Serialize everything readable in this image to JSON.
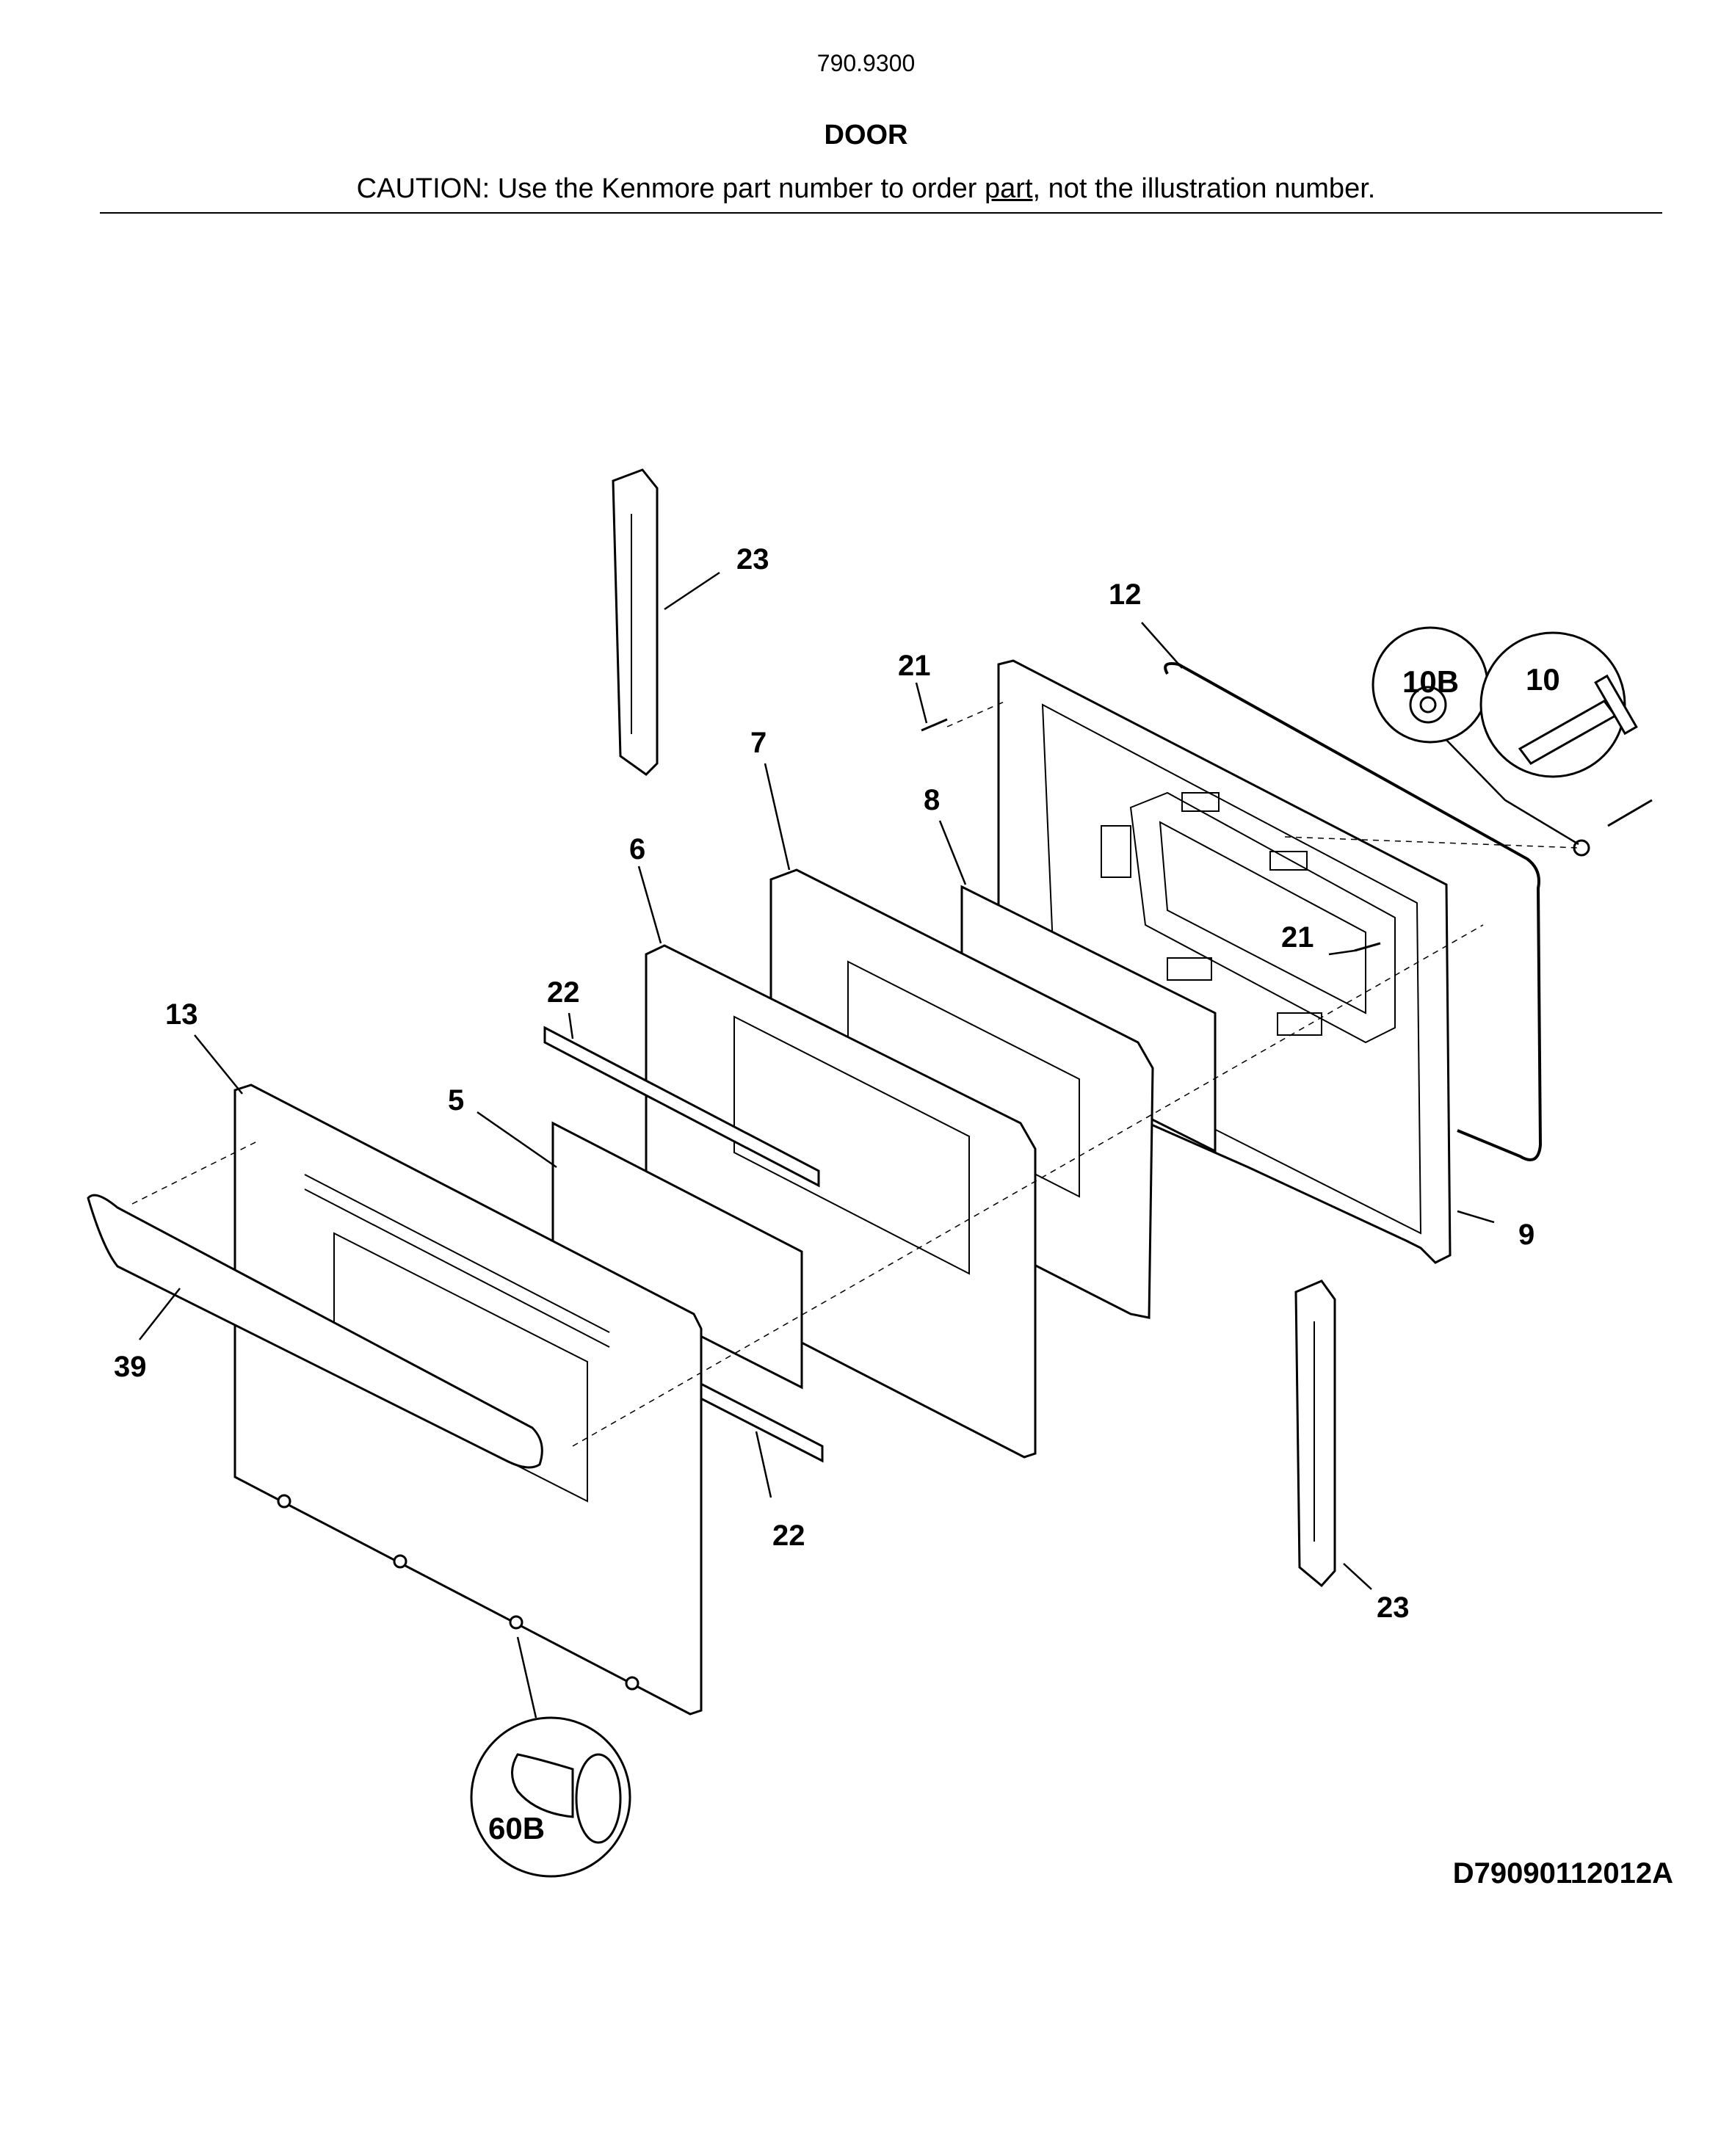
{
  "header": {
    "model_number": "790.9300",
    "section_title": "DOOR",
    "caution_prefix": "CAUTION: Use the Kenmore part number to order ",
    "caution_underlined": "part",
    "caution_suffix": ", not the illustration number."
  },
  "callouts": {
    "c23_top": "23",
    "c12": "12",
    "c10B": "10B",
    "c10": "10",
    "c21_top": "21",
    "c7": "7",
    "c8": "8",
    "c6": "6",
    "c21_mid": "21",
    "c22_top": "22",
    "c13": "13",
    "c5": "5",
    "c9": "9",
    "c39": "39",
    "c22_bottom": "22",
    "c23_bottom": "23",
    "c60B": "60B"
  },
  "footer": {
    "diagram_code": "D79090112012A"
  }
}
